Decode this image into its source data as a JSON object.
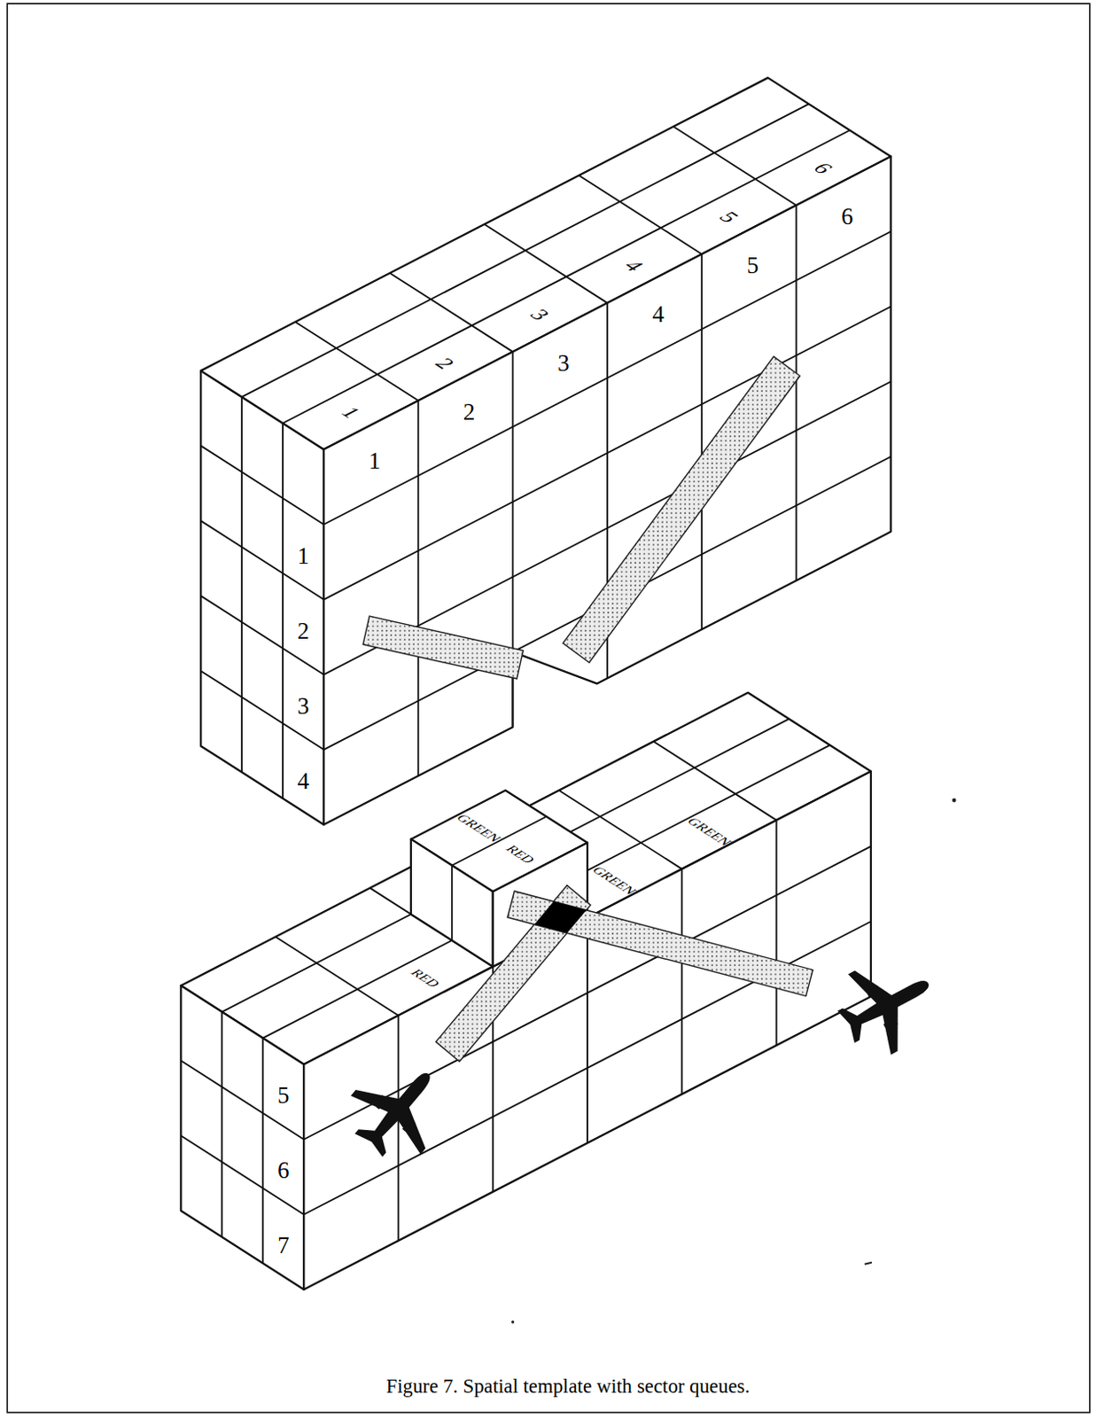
{
  "diagram": {
    "caption": "Figure 7. Spatial template with sector queues.",
    "labels": [
      "1",
      "2",
      "3",
      "4",
      "5",
      "6",
      "1",
      "2",
      "3",
      "4",
      "5",
      "6",
      "1",
      "2",
      "3",
      "4",
      "GREEN",
      "GREEN",
      "RED",
      "GREEN",
      "RED",
      "5",
      "6",
      "7"
    ]
  }
}
